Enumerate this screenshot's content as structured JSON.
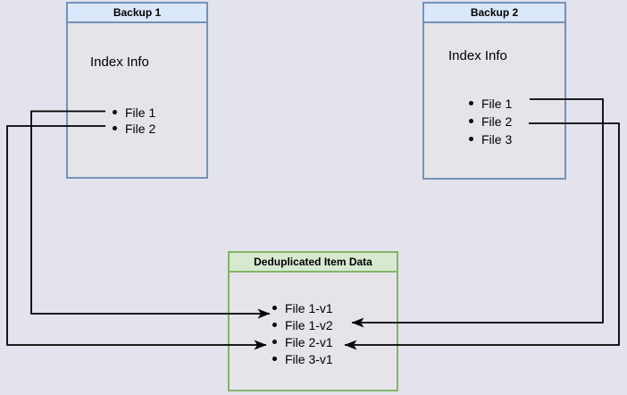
{
  "colors": {
    "page_bg": "#e3e3ee",
    "node_body": "#e6e4e9",
    "blue_fill": "#dbe8fb",
    "blue_stroke": "#7491ba",
    "green_fill": "#d7e9d0",
    "green_stroke": "#83b366",
    "line_color": "#000000"
  },
  "backup1": {
    "title": "Backup 1",
    "section_label": "Index Info",
    "items": [
      "File 1",
      "File 2"
    ]
  },
  "backup2": {
    "title": "Backup 2",
    "section_label": "Index Info",
    "items": [
      "File 1",
      "File 2",
      "File 3"
    ]
  },
  "dedup": {
    "title": "Deduplicated Item Data",
    "items": [
      "File 1-v1",
      "File 1-v2",
      "File 2-v1",
      "File 3-v1"
    ]
  },
  "connections": [
    {
      "from": "Backup 1 / File 1",
      "to": "Deduplicated Item Data / File 1-v1",
      "route": "left"
    },
    {
      "from": "Backup 1 / File 2",
      "to": "Deduplicated Item Data / File 2-v1",
      "route": "left"
    },
    {
      "from": "Backup 2 / File 1",
      "to": "Deduplicated Item Data / File 1-v2",
      "route": "right"
    },
    {
      "from": "Backup 2 / File 2",
      "to": "Deduplicated Item Data / File 2-v1",
      "route": "right"
    }
  ]
}
